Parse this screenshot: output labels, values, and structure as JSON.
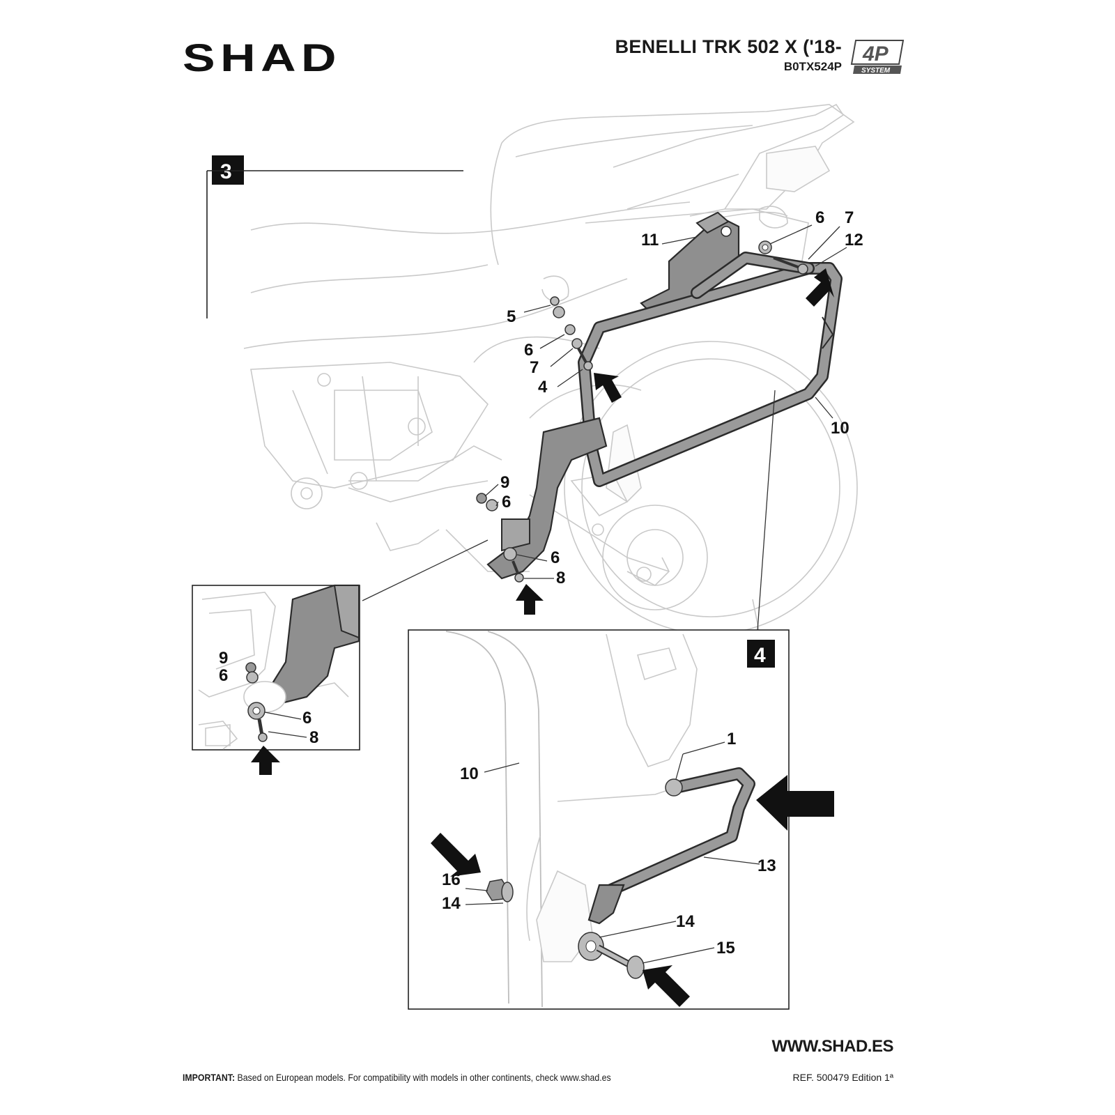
{
  "brand": {
    "logo_text": "SHAD"
  },
  "header": {
    "model": "BENELLI TRK 502 X ('18-",
    "ref_code": "B0TX524P",
    "badge_top": "4P",
    "badge_bottom": "SYSTEM"
  },
  "steps": {
    "main": "3",
    "detail": "4"
  },
  "callouts": {
    "main": [
      "6",
      "7",
      "12",
      "11",
      "5",
      "6",
      "7",
      "4",
      "10",
      "9",
      "6",
      "6",
      "8"
    ],
    "inset": [
      "9",
      "6",
      "6",
      "8"
    ],
    "detail": [
      "1",
      "10",
      "13",
      "16",
      "14",
      "14",
      "15"
    ]
  },
  "footer": {
    "website": "WWW.SHAD.ES",
    "important_label": "IMPORTANT:",
    "important_text": " Based on European models. For compatibility with models in other continents, check www.shad.es",
    "reference": "REF. 500479 Edition 1ª"
  },
  "colors": {
    "part_fill": "#8f8f8f",
    "outline": "#2b2b2b",
    "background_drawing": "#c9c9c9",
    "arrow": "#111111"
  }
}
